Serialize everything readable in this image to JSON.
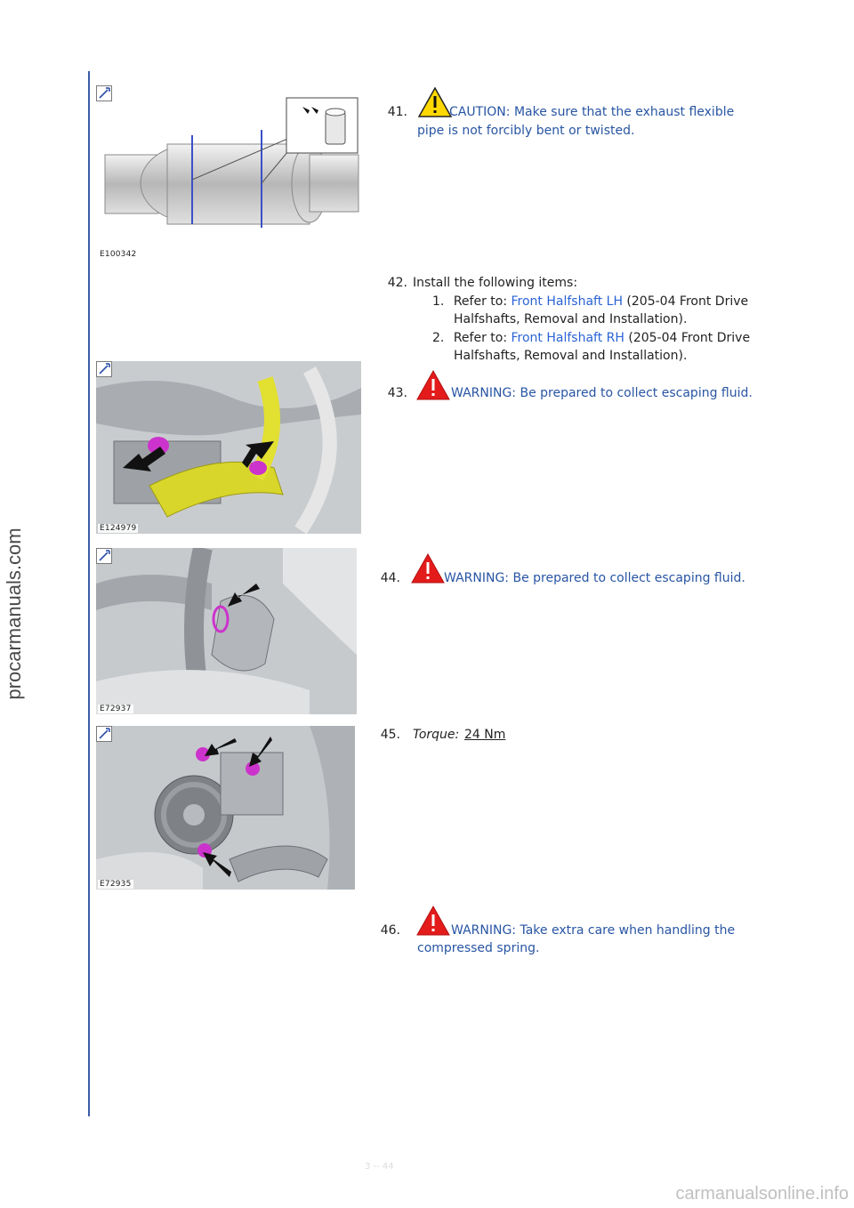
{
  "watermark": "procarmanuals.com",
  "footer_watermark": "carmanualsonline.info",
  "footer_faint": "3 -- 44",
  "steps": [
    {
      "number": "41.",
      "figure": "E100342",
      "alert_type": "CAUTION",
      "text_first": "CAUTION: Make sure that the exhaust flexible",
      "text_second": "pipe is not forcibly bent or twisted."
    },
    {
      "number": "42.",
      "intro": "Install the following items:",
      "items": [
        {
          "num": "1.",
          "prefix": "Refer to: ",
          "link": "Front Halfshaft LH",
          "suffix": " (205-04 Front Drive",
          "line2": "Halfshafts, Removal and Installation)."
        },
        {
          "num": "2.",
          "prefix": "Refer to: ",
          "link": "Front Halfshaft RH",
          "suffix": " (205-04 Front Drive",
          "line2": "Halfshafts, Removal and Installation)."
        }
      ]
    },
    {
      "number": "43.",
      "figure": "E124979",
      "alert_type": "WARNING",
      "text_first": "WARNING: Be prepared to collect escaping fluid."
    },
    {
      "number": "44.",
      "figure": "E72937",
      "alert_type": "WARNING",
      "text_first": "WARNING: Be prepared to collect escaping fluid."
    },
    {
      "number": "45.",
      "figure": "E72935",
      "torque_label": "Torque:",
      "torque_value": "24 Nm"
    },
    {
      "number": "46.",
      "alert_type": "WARNING",
      "text_first": "WARNING: Take extra care when handling the",
      "text_second": "compressed spring."
    }
  ]
}
